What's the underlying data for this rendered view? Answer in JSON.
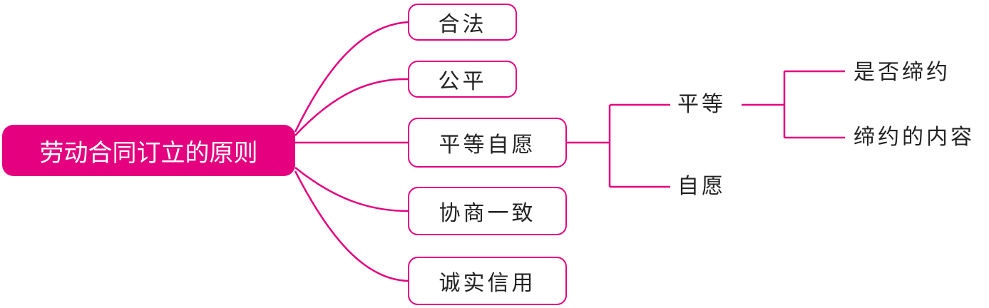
{
  "root": "劳动合同订立的原则",
  "principles": [
    "合法",
    "公平",
    "平等自愿",
    "协商一致",
    "诚实信用"
  ],
  "sub": {
    "equality": "平等",
    "voluntary": "自愿"
  },
  "subsub": {
    "whether": "是否缔约",
    "content": "缔约的内容"
  },
  "colors": {
    "accent": "#e4007f"
  }
}
